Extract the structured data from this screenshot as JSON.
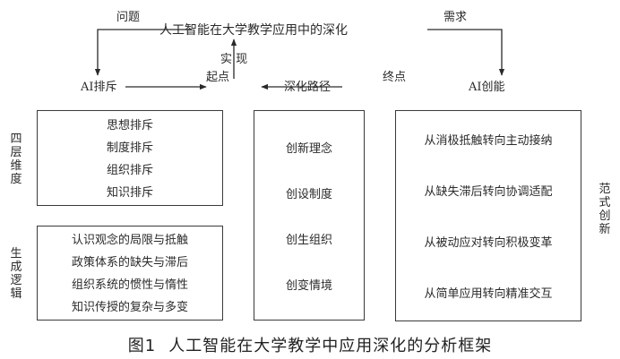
{
  "top": {
    "title": "人工智能在大学教学应用中的深化",
    "left_edge_label": "问题",
    "right_edge_label": "需求",
    "center_edge_label": "实 现",
    "left_node": "AI排斥",
    "center_node": "深化路径",
    "right_node": "AI创能",
    "start_label": "起点",
    "end_label": "终点"
  },
  "left_column": {
    "dimensions": {
      "side_label": [
        "四",
        "层",
        "维",
        "度"
      ],
      "items": [
        "思想排斥",
        "制度排斥",
        "组织排斥",
        "知识排斥"
      ]
    },
    "logic": {
      "side_label": [
        "生",
        "成",
        "逻",
        "辑"
      ],
      "items": [
        "认识观念的局限与抵触",
        "政策体系的缺失与滞后",
        "组织系统的惯性与惰性",
        "知识传授的复杂与多变"
      ]
    }
  },
  "middle_column": {
    "items": [
      "创新理念",
      "创设制度",
      "创生组织",
      "创变情境"
    ]
  },
  "right_column": {
    "side_label": [
      "范",
      "式",
      "创",
      "新"
    ],
    "items": [
      "从消极抵触转向主动接纳",
      "从缺失滞后转向协调适配",
      "从被动应对转向积极变革",
      "从简单应用转向精准交互"
    ]
  },
  "caption": {
    "number": "图1",
    "text": "人工智能在大学教学中应用深化的分析框架"
  }
}
